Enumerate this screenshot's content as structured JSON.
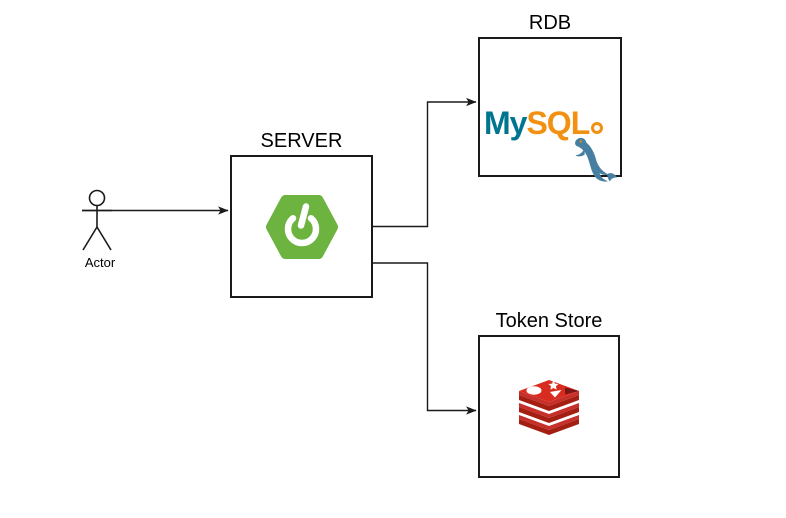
{
  "diagram": {
    "nodes": {
      "actor": {
        "label": "Actor"
      },
      "server": {
        "label": "SERVER",
        "logo": "spring-boot"
      },
      "rdb": {
        "label": "RDB",
        "logo": "mysql",
        "mysql_text_my": "My",
        "mysql_text_sql": "SQL"
      },
      "token_store": {
        "label": "Token Store",
        "logo": "redis"
      }
    },
    "edges": [
      {
        "from": "actor",
        "to": "server"
      },
      {
        "from": "server",
        "to": "rdb"
      },
      {
        "from": "server",
        "to": "token_store"
      }
    ],
    "colors": {
      "stroke": "#1a1a1a",
      "background": "#FFFFFF",
      "spring_green": "#6DB33F",
      "mysql_teal": "#00758F",
      "mysql_orange": "#F29111",
      "mysql_dolphin_teal": "#477FA0",
      "redis_red_top": "#D82C20",
      "redis_red_mid": "#C6302B",
      "redis_red_dark": "#A41E11",
      "redis_notch_dark": "#791514"
    }
  }
}
